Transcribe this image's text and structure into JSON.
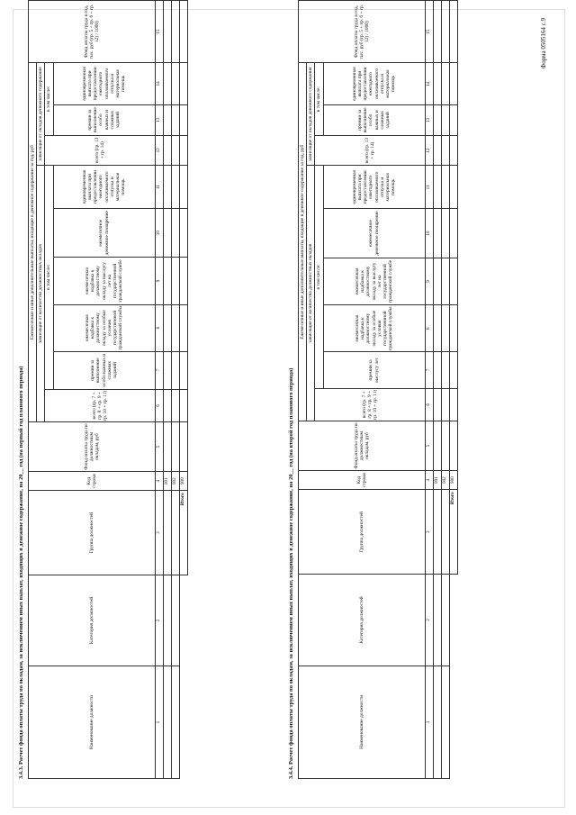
{
  "form_code": "Форма 0505164 с.9",
  "sections": [
    {
      "title": "3.4.3. Расчет фонда оплаты труда по окладам, за исключением иных выплат, входящих в денежное содержание, на 20__ год (на первый год планового периода)",
      "headers": {
        "h1": "Наименование должности",
        "h2": "Категория должностей",
        "h3": "Группа должностей",
        "h4": "Код строки",
        "h5": "Фонд оплаты труда по должностным окладам, руб",
        "group_main": "Ежемесячные и иные дополнительные выплаты, входящие в денежное содержание за год, руб",
        "group_a": "зависящие от количества должностных окладов",
        "group_b": "зависящие от окладов денежного содержания",
        "total_a": "всего (гр. 7 + гр. 8 + гр. 9 + гр. 10 + гр. 11)",
        "inc_a": "в том числе:",
        "c7": "премии за выполнение особо важных и сложных заданий",
        "c8": "ежемесячная надбавка к должностному окладу за особые условия государственной гражданской службы",
        "c9": "ежемесячная надбавка к должностному окладу за выслугу лет на государственной гражданской службе",
        "c10": "ежемесячное денежное поощрение",
        "c11": "единовременная выплата при предоставлении ежегодного оплачиваемого отпуска и материальная помощь",
        "total_b": "всего (гр. 13 + гр. 14)",
        "inc_b": "в том числе:",
        "c13": "премии за выполнение особо важных и сложных заданий",
        "c14": "единовременная выплата при предоставлении ежегодного оплачиваемого отпуска и материальная помощь",
        "c15": "Фонд оплаты труда в год, тыс. руб (гр. 5 + гр. 6 + гр. 12) / 1000)"
      },
      "col_numbers": [
        "1",
        "2",
        "3",
        "4",
        "5",
        "6",
        "7",
        "8",
        "9",
        "10",
        "11",
        "12",
        "13",
        "14",
        "15"
      ],
      "row_codes": [
        "001",
        "002"
      ],
      "total_label": "Итого",
      "total_code": "900"
    },
    {
      "title": "3.4.4. Расчет фонда оплаты труда по окладам, за исключением иных выплат, входящих в денежное содержание, на 20__ год (на второй год планового периода)",
      "headers": {
        "h1": "Наименование должности",
        "h2": "Категория должностей",
        "h3": "Группа должностей",
        "h4": "Код строки",
        "h5": "Фонд оплаты труда по должностным окладам, руб",
        "group_main": "Ежемесячные и иные дополнительные выплаты, входящие в денежное содержание за год, руб",
        "group_a": "зависящие от количества должностных окладов",
        "group_b": "зависящие от окладов денежного содержания",
        "total_a": "всего (гр. 7 + гр. 8 + гр. 9 + гр. 10 + гр. 11)",
        "inc_a": "в том числе:",
        "c7": "премии за выслугу лет",
        "c8": "ежемесячная надбавка к должностному окладу за особые условия государственной гражданской службы",
        "c9": "ежемесячная надбавка к должностному окладу за выслугу лет на государственной гражданской службе",
        "c10": "ежемесячное денежное поощрение",
        "c11": "единовременная выплата при предоставлении ежегодного оплачиваемого отпуска и материальная помощь",
        "total_b": "всего (гр. 13 + гр. 14)",
        "inc_b": "в том числе:",
        "c13": "премии за выполнение особо важных и сложных заданий",
        "c14": "единовременная выплата при предоставлении ежегодного оплачиваемого отпуска и материальная помощь",
        "c15": "Фонд оплаты труда в год, тыс. руб (гр. 5 + гр. 6 + гр. 12) / 1000)"
      },
      "col_numbers": [
        "1",
        "2",
        "3",
        "4",
        "5",
        "6",
        "7",
        "8",
        "9",
        "10",
        "11",
        "12",
        "13",
        "14",
        "15"
      ],
      "row_codes": [
        "001",
        "002"
      ],
      "total_label": "Итого",
      "total_code": "900"
    }
  ]
}
